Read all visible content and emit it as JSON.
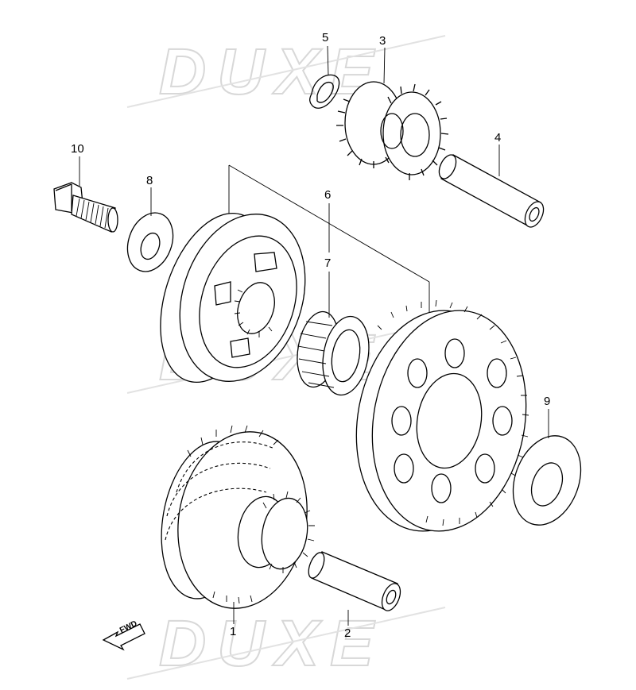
{
  "diagram": {
    "watermark_text": "DUXE",
    "fwd_label": "FWD",
    "callouts": [
      {
        "id": "1",
        "label": "1"
      },
      {
        "id": "2",
        "label": "2"
      },
      {
        "id": "3",
        "label": "3"
      },
      {
        "id": "4",
        "label": "4"
      },
      {
        "id": "5",
        "label": "5"
      },
      {
        "id": "6",
        "label": "6"
      },
      {
        "id": "7",
        "label": "7"
      },
      {
        "id": "8",
        "label": "8"
      },
      {
        "id": "9",
        "label": "9"
      },
      {
        "id": "10",
        "label": "10"
      }
    ]
  }
}
